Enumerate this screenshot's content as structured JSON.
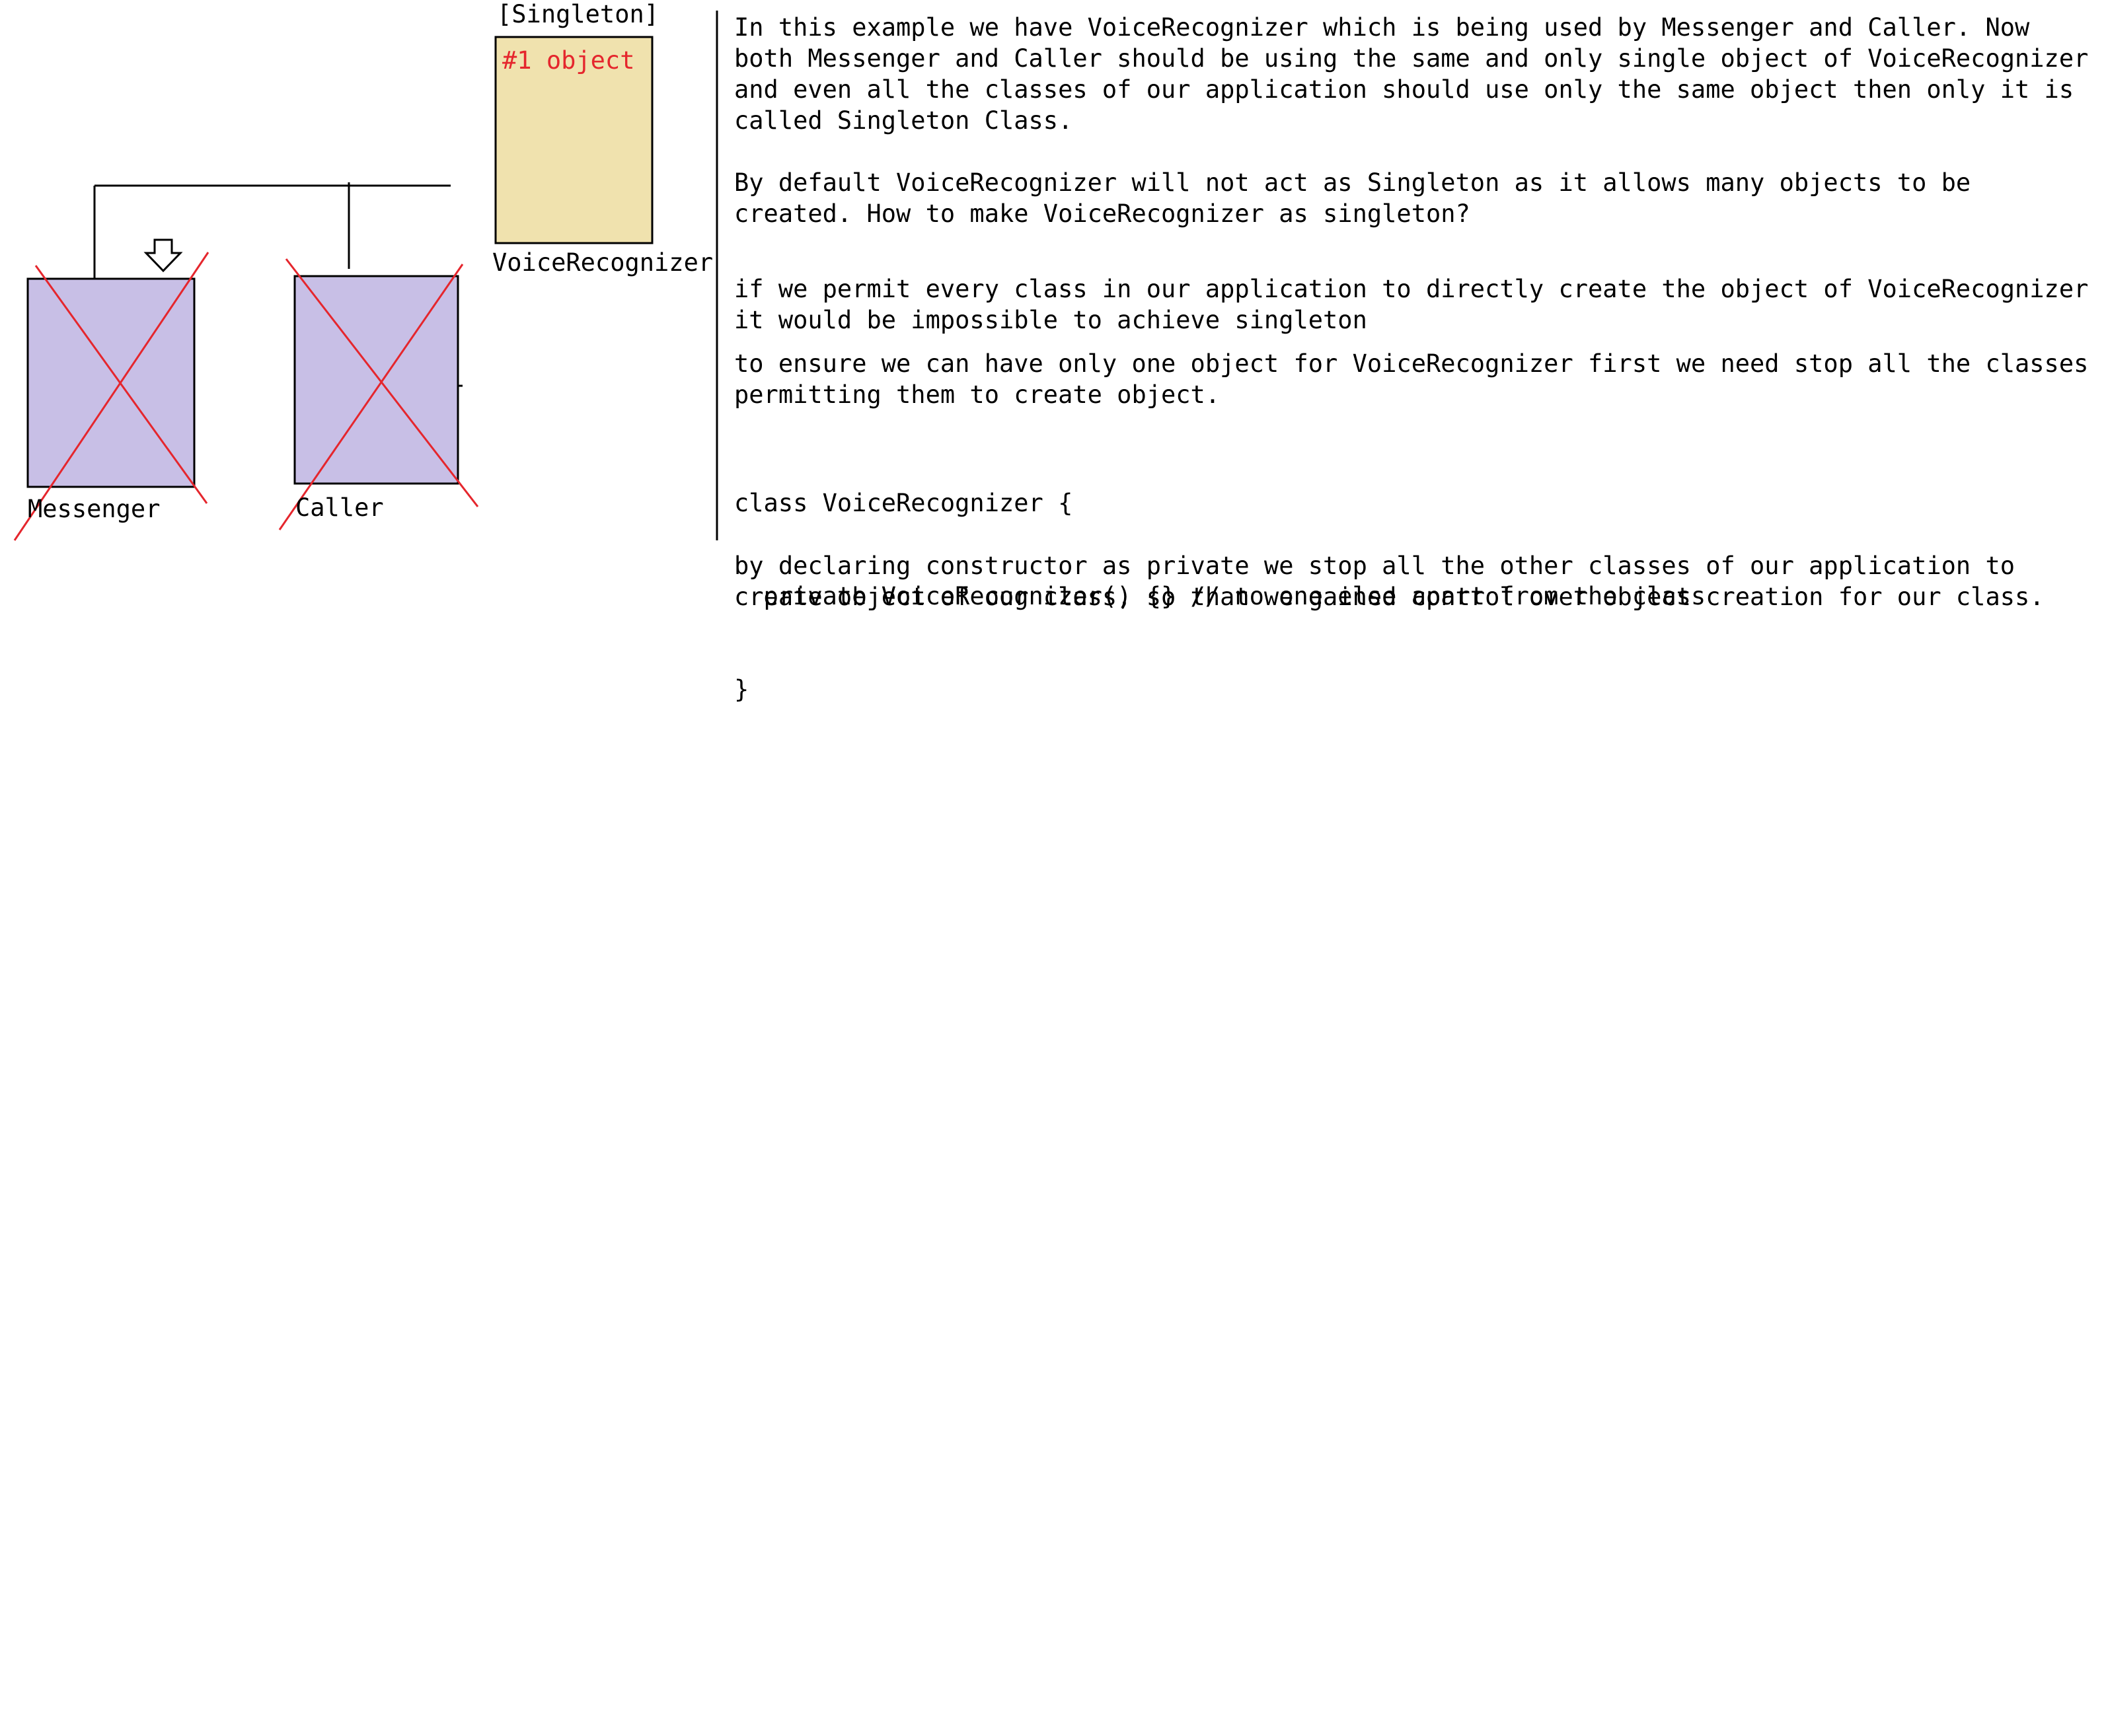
{
  "diagram": {
    "singleton_tag": "[Singleton]",
    "object_label": "#1 object",
    "voice_recognizer_label": "VoiceRecognizer",
    "messenger_label": "Messenger",
    "caller_label": "Caller",
    "colors": {
      "voice_recognizer_fill": "#f0e2ae",
      "client_fill": "#c8bfe6",
      "cross_out": "#e5262d",
      "object_text": "#e5262d",
      "line": "#000000"
    }
  },
  "notes": {
    "p1": "In this example we have VoiceRecognizer which is being used by Messenger and Caller. Now both Messenger and Caller should be using the same and only single object of VoiceRecognizer and even all the classes of our application should use only the same object then only it is called Singleton Class.",
    "p2": "By default VoiceRecognizer will not act as Singleton as it allows many objects to be created. How to make VoiceRecognizer as singleton?",
    "p3": "if we permit every class in our application to directly create the object of VoiceRecognizer it would be impossible to achieve singleton",
    "p4": "to ensure we can have only one object for VoiceRecognizer first we need stop all the classes permitting them to create object.",
    "code": {
      "line1": "class VoiceRecognizer {",
      "line2": "  private VoiceRecognizer() {} // no one else apart from the class",
      "line3": "}"
    },
    "p5": "by declaring constructor as private we stop all the other classes of our application to create object of our class, so that we gained control over object creation for our class."
  }
}
